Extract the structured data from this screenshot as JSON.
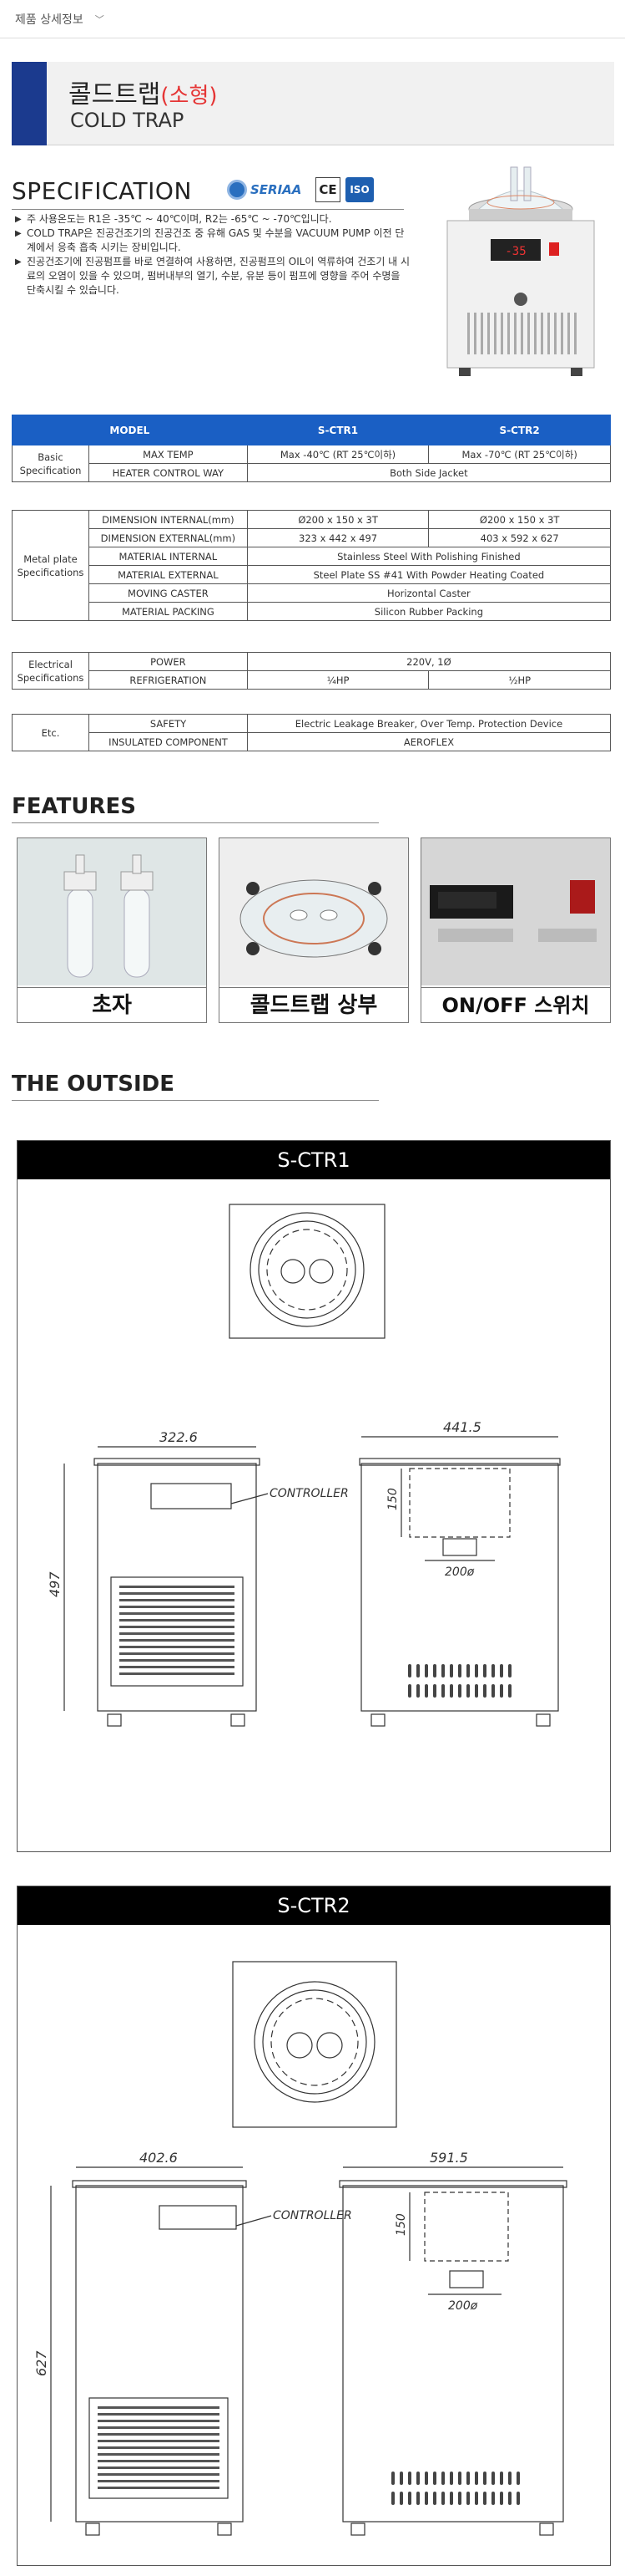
{
  "topbar": {
    "label": "제품 상세정보"
  },
  "title": {
    "ko": "콜드트랩",
    "ko_sub": "(소형)",
    "en": "COLD TRAP"
  },
  "spec": {
    "heading": "SPECIFICATION",
    "logo_text": "SERIAA",
    "bullets": [
      "주 사용온도는 R1은 -35℃ ~ 40℃이며, R2는 -65℃ ~ -70℃입니다.",
      "COLD TRAP은 진공건조기의 진공건조 중 유해 GAS 및 수분을 VACUUM PUMP 이전 단계에서 응축 흡축 시키는 장비입니다.",
      "진공건조기에 진공펌프를 바로 연결하여 사용하면, 진공펌프의 OIL이 역류하여 건조기 내 시료의 오염이 있을 수 있으며, 펌버내부의 열기, 수분, 유분 등이 펌프에 영향을 주어 수명을 단축시킬 수 있습니다."
    ],
    "display": "-35"
  },
  "table1": {
    "headers": [
      "MODEL",
      "S-CTR1",
      "S-CTR2"
    ],
    "group": "Basic Specification",
    "rows": [
      {
        "label": "MAX TEMP",
        "c1": "Max -40℃ (RT 25℃이하)",
        "c2": "Max -70℃ (RT 25℃이하)"
      },
      {
        "label": "HEATER CONTROL WAY",
        "both": "Both Side Jacket"
      }
    ]
  },
  "table2": {
    "group": "Metal plate Specifications",
    "rows": [
      {
        "label": "DIMENSION INTERNAL(mm)",
        "c1": "Ø200 x 150 x 3T",
        "c2": "Ø200 x 150 x 3T"
      },
      {
        "label": "DIMENSION EXTERNAL(mm)",
        "c1": "323 x 442 x 497",
        "c2": "403 x 592 x 627"
      },
      {
        "label": "MATERIAL INTERNAL",
        "both": "Stainless Steel With Polishing Finished"
      },
      {
        "label": "MATERIAL EXTERNAL",
        "both": "Steel Plate SS #41 With Powder Heating Coated"
      },
      {
        "label": "MOVING CASTER",
        "both": "Horizontal Caster"
      },
      {
        "label": "MATERIAL PACKING",
        "both": "Silicon Rubber Packing"
      }
    ]
  },
  "table3": {
    "group": "Electrical Specifications",
    "rows": [
      {
        "label": "POWER",
        "both": "220V, 1Ø"
      },
      {
        "label": "REFRIGERATION",
        "c1": "¼HP",
        "c2": "½HP"
      }
    ]
  },
  "table4": {
    "group": "Etc.",
    "rows": [
      {
        "label": "SAFETY",
        "both": "Electric Leakage Breaker, Over Temp. Protection Device"
      },
      {
        "label": "INSULATED COMPONENT",
        "both": "AEROFLEX"
      }
    ]
  },
  "features": {
    "heading": "FEATURES",
    "items": [
      {
        "caption": "초자"
      },
      {
        "caption": "콜드트랩 상부"
      },
      {
        "caption": "ON/OFF 스위치"
      }
    ]
  },
  "outside": {
    "heading": "THE OUTSIDE",
    "models": [
      {
        "name": "S-CTR1",
        "width": "322.6",
        "depth": "441.5",
        "height": "497",
        "inner_h": "150",
        "inner_d": "200ø",
        "controller": "CONTROLLER"
      },
      {
        "name": "S-CTR2",
        "width": "402.6",
        "depth": "591.5",
        "height": "627",
        "inner_h": "150",
        "inner_d": "200ø",
        "controller": "CONTROLLER"
      }
    ]
  },
  "colors": {
    "title_bar": "#1b3a8e",
    "table_header": "#1a5fc4",
    "subtitle_red": "#e53535"
  }
}
